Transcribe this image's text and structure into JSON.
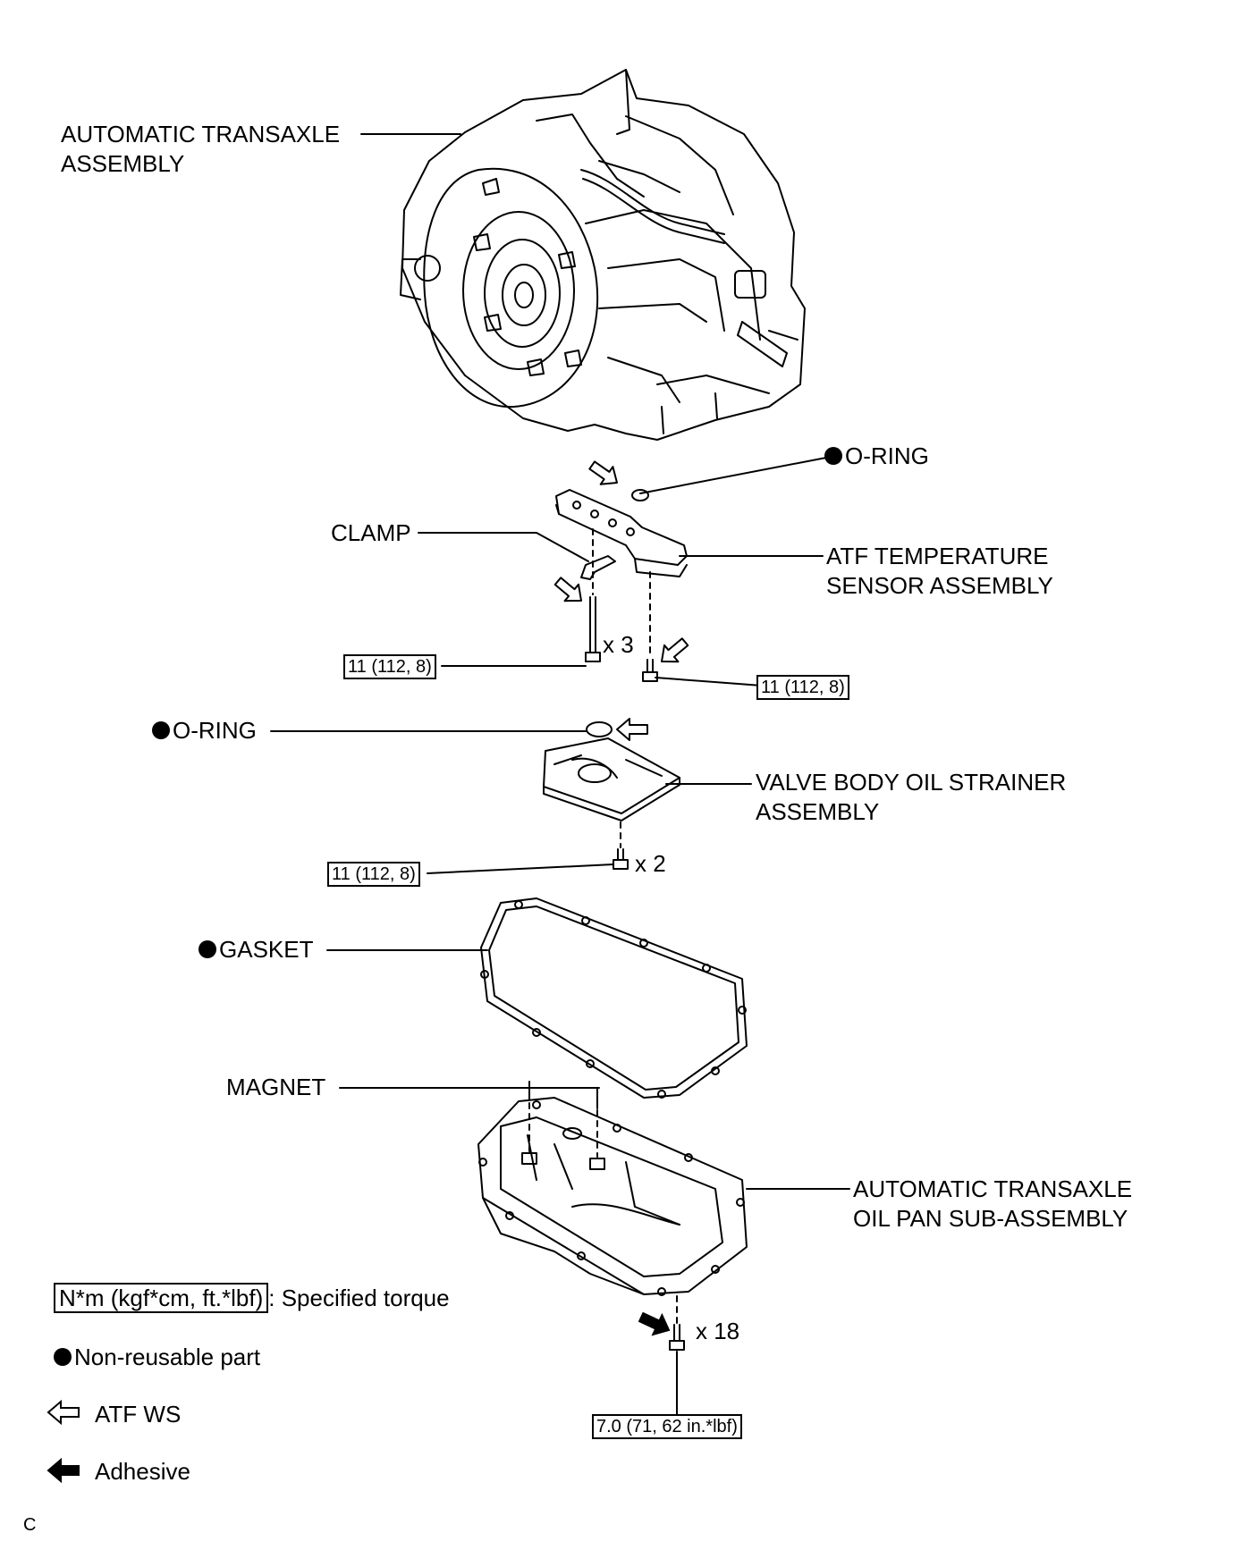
{
  "labels": {
    "transaxle_assembly": [
      "AUTOMATIC TRANSAXLE",
      "ASSEMBLY"
    ],
    "o_ring_top": "O-RING",
    "clamp": "CLAMP",
    "atf_sensor": [
      "ATF TEMPERATURE",
      "SENSOR ASSEMBLY"
    ],
    "o_ring_mid": "O-RING",
    "strainer": [
      "VALVE BODY OIL STRAINER",
      "ASSEMBLY"
    ],
    "gasket": "GASKET",
    "magnet": "MAGNET",
    "oil_pan": [
      "AUTOMATIC TRANSAXLE",
      "OIL PAN SUB-ASSEMBLY"
    ]
  },
  "torques": {
    "sensor_bolt_left": "11 (112, 8)",
    "sensor_bolt_right": "11 (112, 8)",
    "strainer_bolt": "11 (112, 8)",
    "pan_bolt": "7.0 (71, 62 in.*lbf)"
  },
  "quantities": {
    "sensor_bolts": "x 3",
    "strainer_bolts": "x 2",
    "pan_bolts": "x 18"
  },
  "legend": {
    "torque_unit": "N*m (kgf*cm, ft.*lbf)",
    "torque_desc": ": Specified torque",
    "non_reusable": "Non-reusable part",
    "atf_ws": "ATF WS",
    "adhesive": "Adhesive"
  },
  "corner_mark": "C"
}
